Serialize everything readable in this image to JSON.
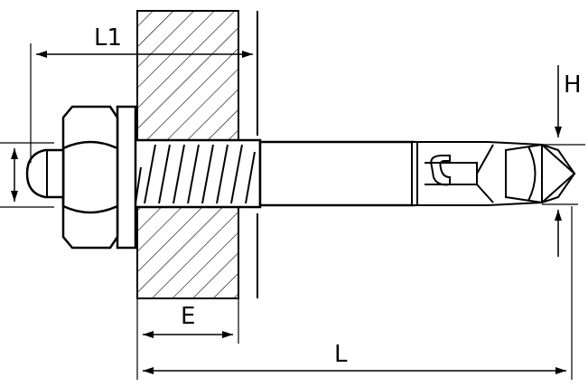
{
  "diagram": {
    "labels": {
      "l1": "L1",
      "h": "H",
      "e": "E",
      "l": "L"
    },
    "colors": {
      "stroke": "#000000",
      "background": "#ffffff"
    }
  }
}
